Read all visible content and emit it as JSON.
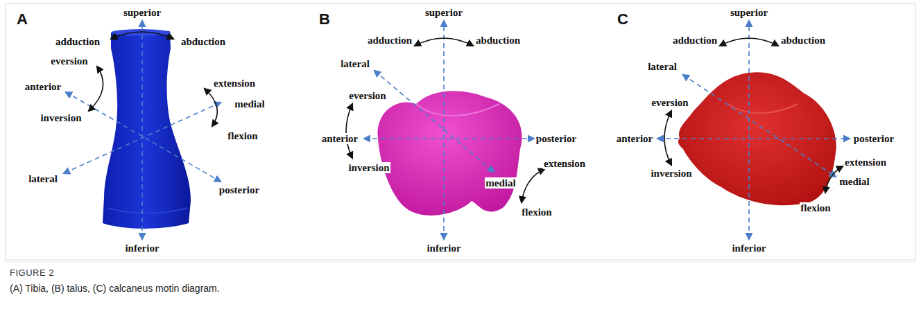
{
  "diagram": {
    "title": "FIGURE 2",
    "caption": "(A) Tibia, (B) talus, (C) calcaneus motin diagram.",
    "labels": [
      "A",
      "superior",
      "adduction",
      "abduction",
      "eversion",
      "anterior",
      "inversion",
      "extension",
      "medial",
      "flexion",
      "lateral",
      "posterior",
      "inferior",
      "B",
      "superior",
      "adduction",
      "abduction",
      "lateral",
      "eversion",
      "anterior",
      "posterior",
      "inversion",
      "extension",
      "medial",
      "flexion",
      "inferior",
      "C",
      "superior",
      "adduction",
      "abduction",
      "lateral",
      "eversion",
      "anterior",
      "posterior",
      "inversion",
      "extension",
      "medial",
      "flexion",
      "inferior"
    ]
  }
}
